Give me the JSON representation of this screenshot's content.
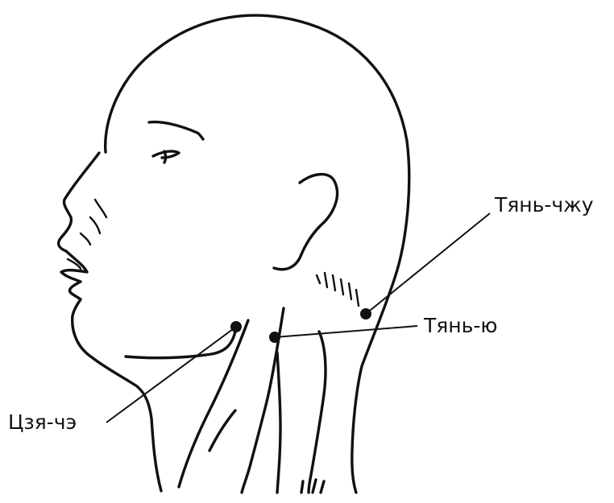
{
  "diagram": {
    "labels": {
      "tian_zhu": "Тянь-чжу",
      "tian_yu": "Тянь-ю",
      "jia_che": "Цзя-чэ"
    },
    "colors": {
      "ink": "#111111",
      "background": "#ffffff"
    }
  }
}
